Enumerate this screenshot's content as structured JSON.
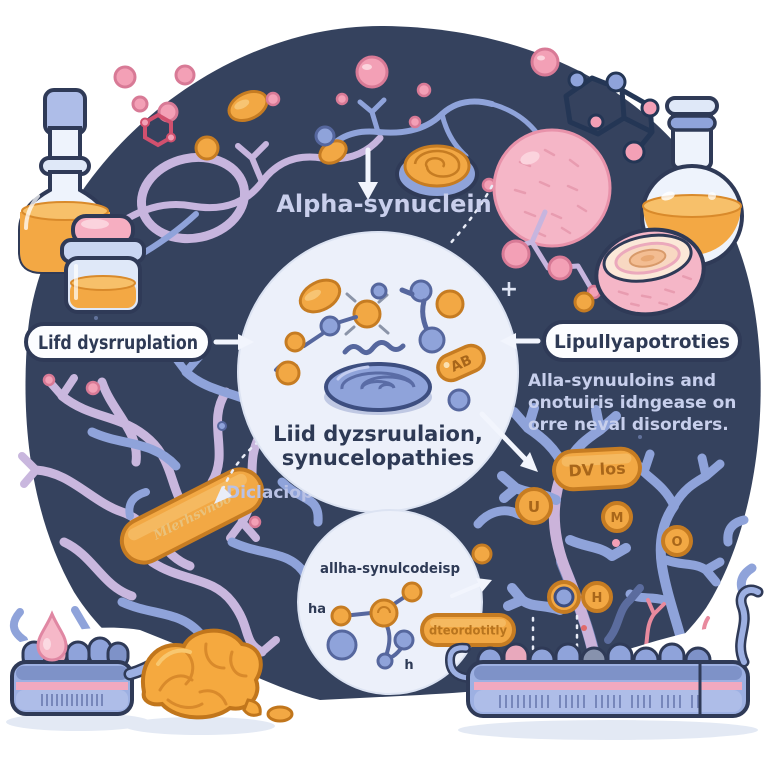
{
  "scene": {
    "top_label": "Alpha-synuclein",
    "left_box": {
      "label": "Lifd dysrruplation"
    },
    "right_box": {
      "label": "Lipullyapotroties"
    },
    "center_circle": {
      "line1": "Liid dyzsruulaion,",
      "line2": "synucelopathies",
      "pill_label": "AB"
    },
    "right_note": {
      "line1": "Alla-synuuloins and",
      "line2": "onotuiris idngease on",
      "line3": "orre neval disorders.",
      "plus": "+"
    },
    "left_cluster": {
      "pill_label": "Mlerhsvnoo",
      "caption": "Diclaciop"
    },
    "small_circle": {
      "title": "allha-synulcodeisp",
      "pill_label": "dteordotitly",
      "label_ha": "ha",
      "label_h": "h"
    },
    "right_cluster": {
      "pill_label": "DV los",
      "node_u": "U",
      "node_m": "M",
      "node_o": "O",
      "node_h": "H"
    }
  },
  "icons": {
    "arrow_down": "down-arrow between molecule chains and title",
    "arrow_right": "arrow from left label box to center",
    "arrow_left": "arrow from right label box to center",
    "arrow_diagonal": "arrow from center circle to right neuron cluster",
    "arrow_small_right": "arrow from small circle to right neuron cluster",
    "dashed_arrow": "dashed arrow from center circle to left network",
    "bottle": "corked bottle with orange liquid (top left)",
    "jar": "pink-lidded jar with orange liquid (top left)",
    "flask": "round-bottom flask with orange liquid (top right)",
    "brain": "orange brain (bottom left)",
    "pill_tray_left": "blue pill tray (bottom left)",
    "pill_tray_right": "long blue pill tray (bottom right)",
    "droplet": "pink droplet (bottom left)",
    "neuron_network": "purple branching neuron networks",
    "lipid_disc": "blue swirled lipid disc (center)"
  },
  "colors": {
    "background": "#ffffff",
    "navy": "#35425e",
    "light_circle": "#ecf0fa",
    "orange": "#f2a844",
    "orange_dark": "#c67c22",
    "pink": "#f4abc0",
    "periwinkle": "#93a6da",
    "lavender": "#c7b5de",
    "text_navy": "#2e3a55",
    "text_lavender": "#c7cfec",
    "white_arrow": "#f2f5fd"
  }
}
